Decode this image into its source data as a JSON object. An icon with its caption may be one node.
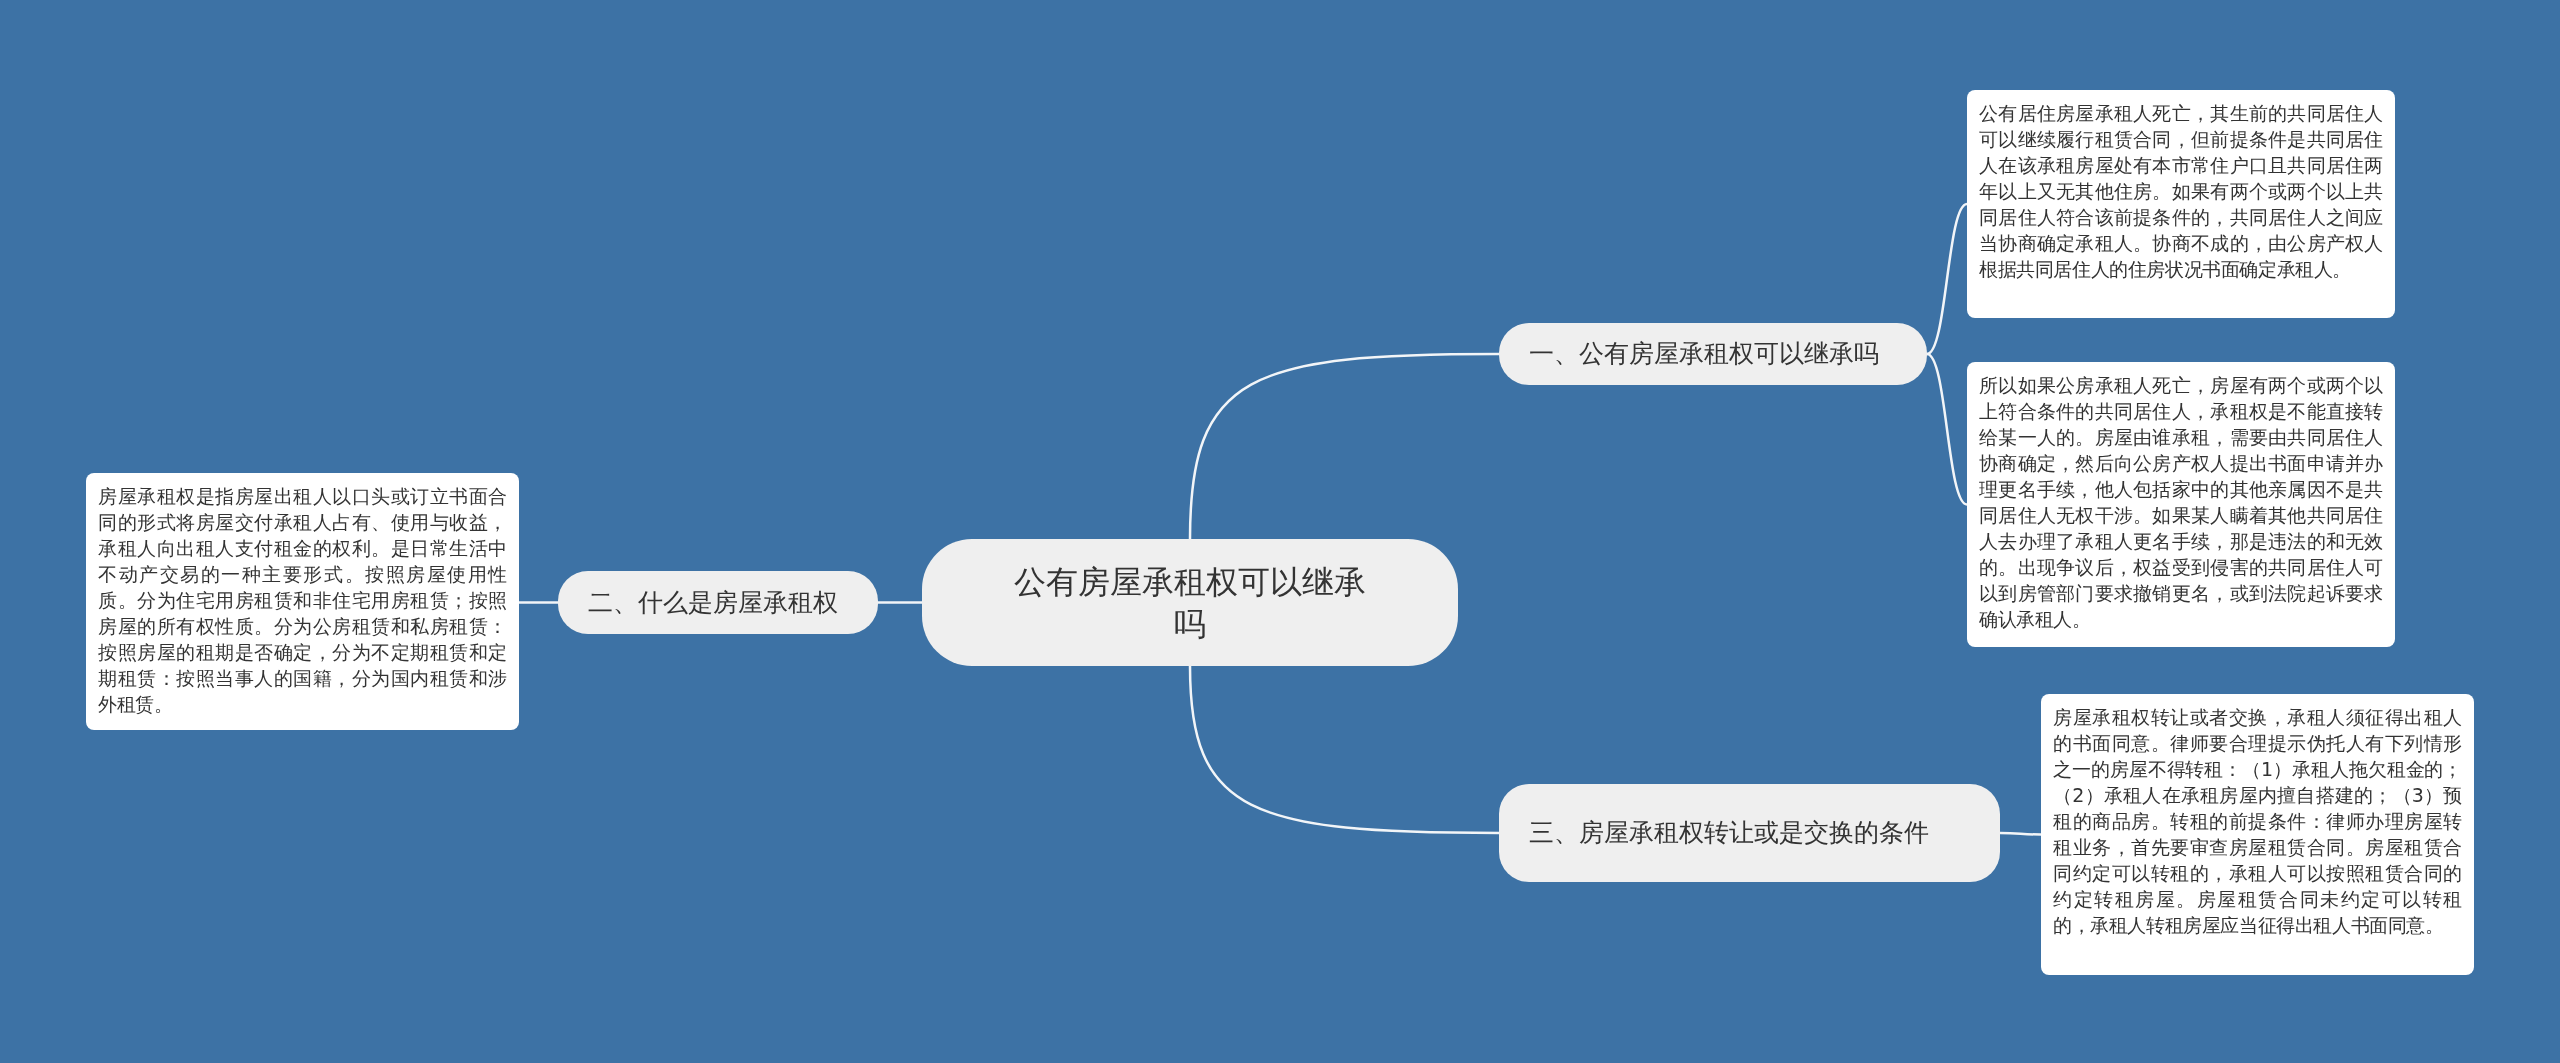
{
  "diagram": {
    "nodes": [
      {
        "text": [
          "公有房屋承租权可以继承吗"
        ]
      },
      {
        "text": [
          "一、公有房屋承租权可以继承吗"
        ]
      },
      {
        "text": [
          "公有居住房屋承租人死亡，其生前的共同居住人可以继续履行租赁合同，但前提条件是共同居住人在该承租房屋处有本市常住户口且共同居住两年以上又无其他住房。如果有两个或两个以上共同居住人符合该前提条件的，共同居住人之间应当协商确定承租人。协商不成的，由公房产权人根据共同居住人的住房状况书面确定承租人。"
        ]
      },
      {
        "text": [
          "所以如果公房承租人死亡，房屋有两个或两个以上符合条件的共同居住人，承租权是不能直接转给某一人的。房屋由谁承租，需要由共同居住人协商确定，然后向公房产权人提出书面申请并办理更名手续，他人包括家中的其他亲属因不是共同居住人无权干涉。如果某人瞒着其他共同居住人去办理了承租人更名手续，那是违法的和无效的。出现争议后，权益受到侵害的共同居住人可以到房管部门要求撤销更名，或到法院起诉要求确认承租人。"
        ]
      },
      {
        "text": [
          "二、什么是房屋承租权"
        ]
      },
      {
        "text": [
          "房屋承租权是指房屋出租人以口头或订立书面合同的形式将房屋交付承租人占有、使用与收益，承租人向出租人支付租金的权利。是日常生活中不动产交易的一种主要形式。按照房屋使用性质。分为住宅用房租赁和非住宅用房租赁；按照房屋的所有权性质。分为公房租赁和私房租赁：按照房屋的租期是否确定，分为不定期租赁和定期租赁：按照当事人的国籍，分为国内租赁和涉外租赁。"
        ]
      },
      {
        "text": [
          "三、房屋承租权转让或是交换的条件"
        ]
      },
      {
        "text": [
          "房屋承租权转让或者交换，承租人须征得出租人的书面同意。律师要合理提示伪托人有下列情形之一的房屋不得转租：（1）承租人拖欠租金的；（2）承租人在承租房屋内擅自搭建的；（3）预租的商品房。转租的前提条件：律师办理房屋转租业务，首先要审查房屋租赁合同。房屋租赁合同约定可以转租的，承租人可以按照租赁合同的约定转租房屋。房屋租赁合同未约定可以转租的，承租人转租房屋应当征得出租人书面同意。"
        ]
      }
    ],
    "edges": [
      {
        "from": 0,
        "to": 1,
        "arrow": "none"
      },
      {
        "from": 1,
        "to": 2,
        "arrow": "none"
      },
      {
        "from": 1,
        "to": 3,
        "arrow": "none"
      },
      {
        "from": 0,
        "to": 4,
        "arrow": "none"
      },
      {
        "from": 4,
        "to": 5,
        "arrow": "none"
      },
      {
        "from": 0,
        "to": 6,
        "arrow": "none"
      },
      {
        "from": 6,
        "to": 7,
        "arrow": "none"
      }
    ]
  }
}
